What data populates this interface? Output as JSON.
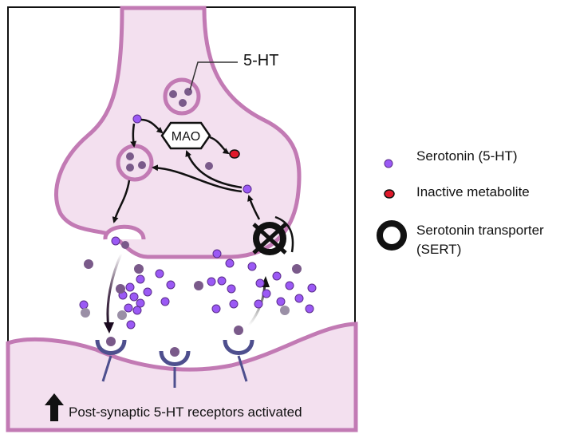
{
  "labels": {
    "five_ht": "5-HT",
    "mao": "MAO",
    "bottom_caption": "Post-synaptic 5-HT receptors activated"
  },
  "legend": {
    "serotonin": "Serotonin (5-HT)",
    "metabolite": "Inactive metabolite",
    "sert_line1": "Serotonin transporter",
    "sert_line2": "(SERT)"
  },
  "colors": {
    "membrane": "#c27ab4",
    "cytoplasm": "#f3e0ef",
    "serotonin": "#9b59f5",
    "vesicle_5ht": "#7a5a8a",
    "metabolite": "#e0192b",
    "receptor": "#4e4f8e",
    "arrow": "#111111"
  },
  "icons": {
    "serotonin": "purple-dot-icon",
    "metabolite": "red-dot-icon",
    "sert": "black-ring-icon",
    "up_arrow": "up-arrow-icon",
    "blocked_sert": "crossed-sert-icon"
  }
}
